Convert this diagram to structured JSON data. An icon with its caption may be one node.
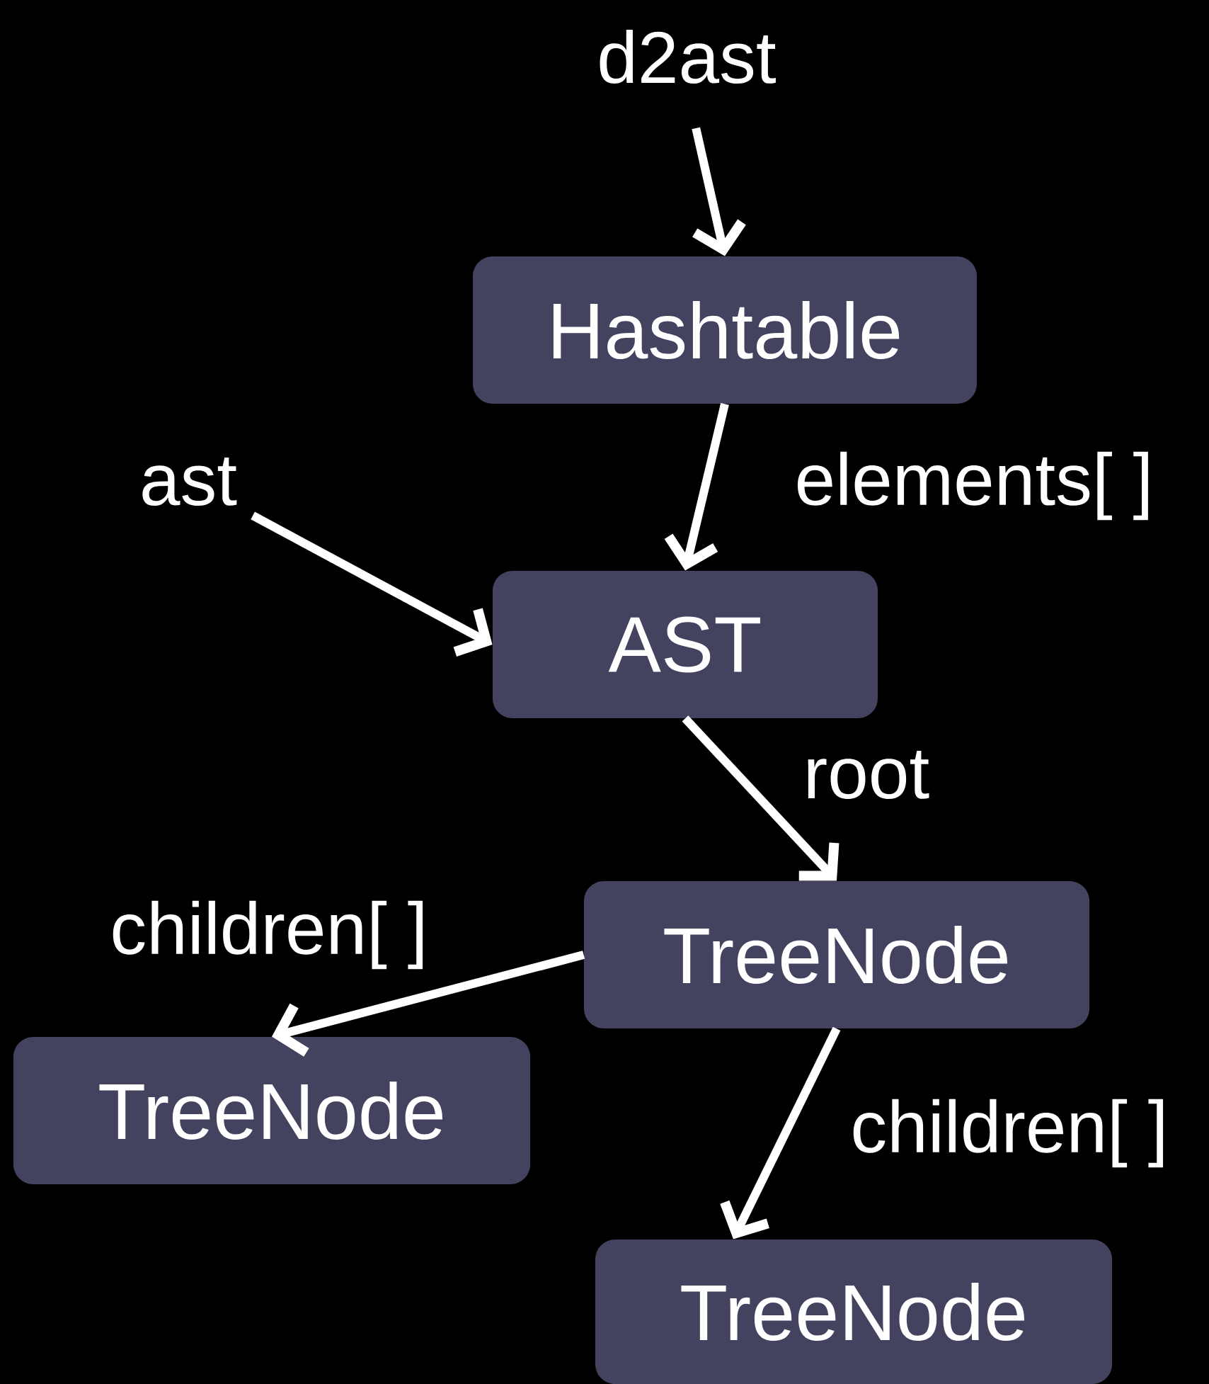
{
  "diagram": {
    "nodes": [
      {
        "text": [
          "d2ast"
        ]
      },
      {
        "text": [
          "Hashtable"
        ]
      },
      {
        "text": [
          "ast"
        ]
      },
      {
        "text": [
          "AST"
        ]
      },
      {
        "text": [
          "TreeNode"
        ]
      },
      {
        "text": [
          "TreeNode"
        ]
      },
      {
        "text": [
          "TreeNode"
        ]
      }
    ],
    "edges": [
      {
        "from": 0,
        "to": 1,
        "arrow": "to"
      },
      {
        "from": 1,
        "to": 3,
        "arrow": "to",
        "label": "elements[ ]"
      },
      {
        "from": 2,
        "to": 3,
        "arrow": "to"
      },
      {
        "from": 3,
        "to": 4,
        "arrow": "to",
        "label": "root"
      },
      {
        "from": 4,
        "to": 5,
        "arrow": "to",
        "label": "children[ ]"
      },
      {
        "from": 4,
        "to": 6,
        "arrow": "to",
        "label": "children[ ]"
      }
    ]
  }
}
